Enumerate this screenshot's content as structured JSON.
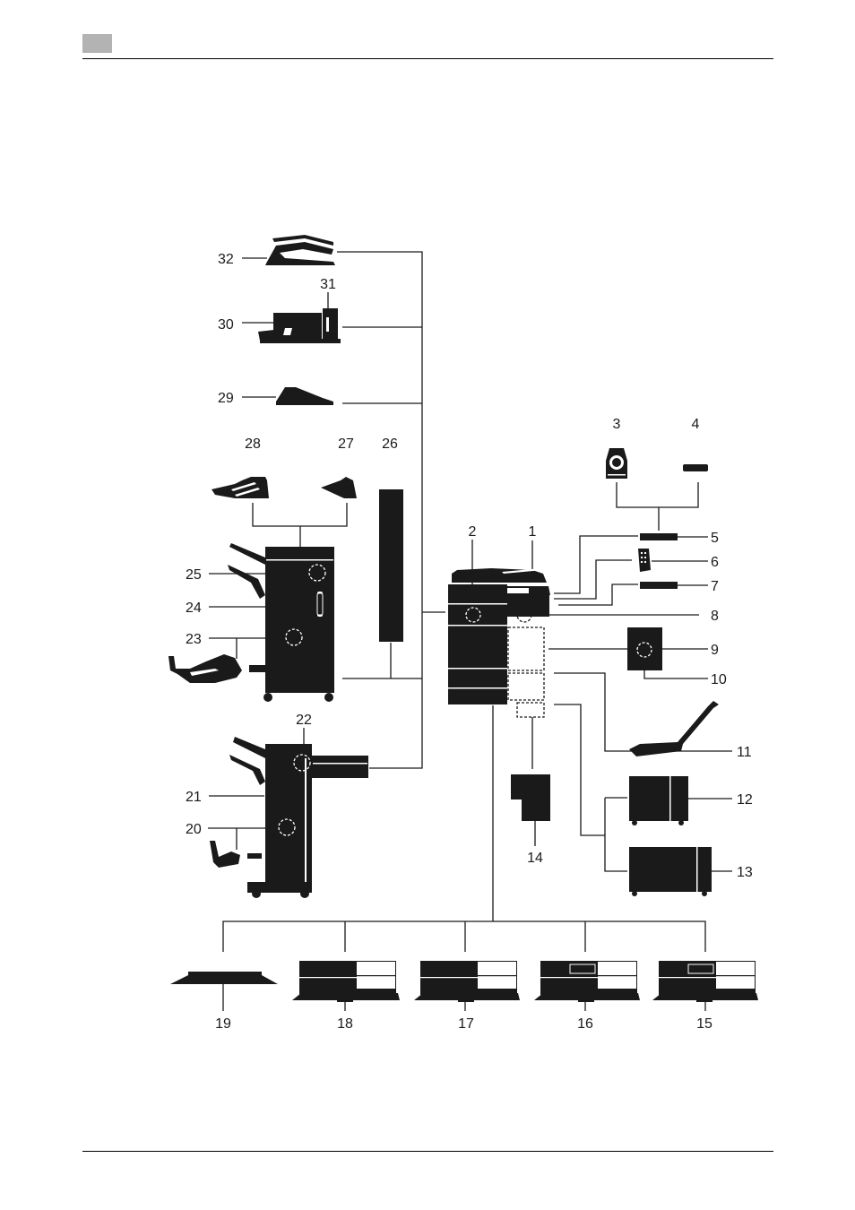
{
  "callouts": {
    "c1": "1",
    "c2": "2",
    "c3": "3",
    "c4": "4",
    "c5": "5",
    "c6": "6",
    "c7": "7",
    "c8": "8",
    "c9": "9",
    "c10": "10",
    "c11": "11",
    "c12": "12",
    "c13": "13",
    "c14": "14",
    "c15": "15",
    "c16": "16",
    "c17": "17",
    "c18": "18",
    "c19": "19",
    "c20": "20",
    "c21": "21",
    "c22": "22",
    "c23": "23",
    "c24": "24",
    "c25": "25",
    "c26": "26",
    "c27": "27",
    "c28": "28",
    "c29": "29",
    "c30": "30",
    "c31": "31",
    "c32": "32"
  },
  "colors": {
    "ink": "#1a1a1a",
    "header_square": "#b3b3b3",
    "paper": "#ffffff"
  }
}
